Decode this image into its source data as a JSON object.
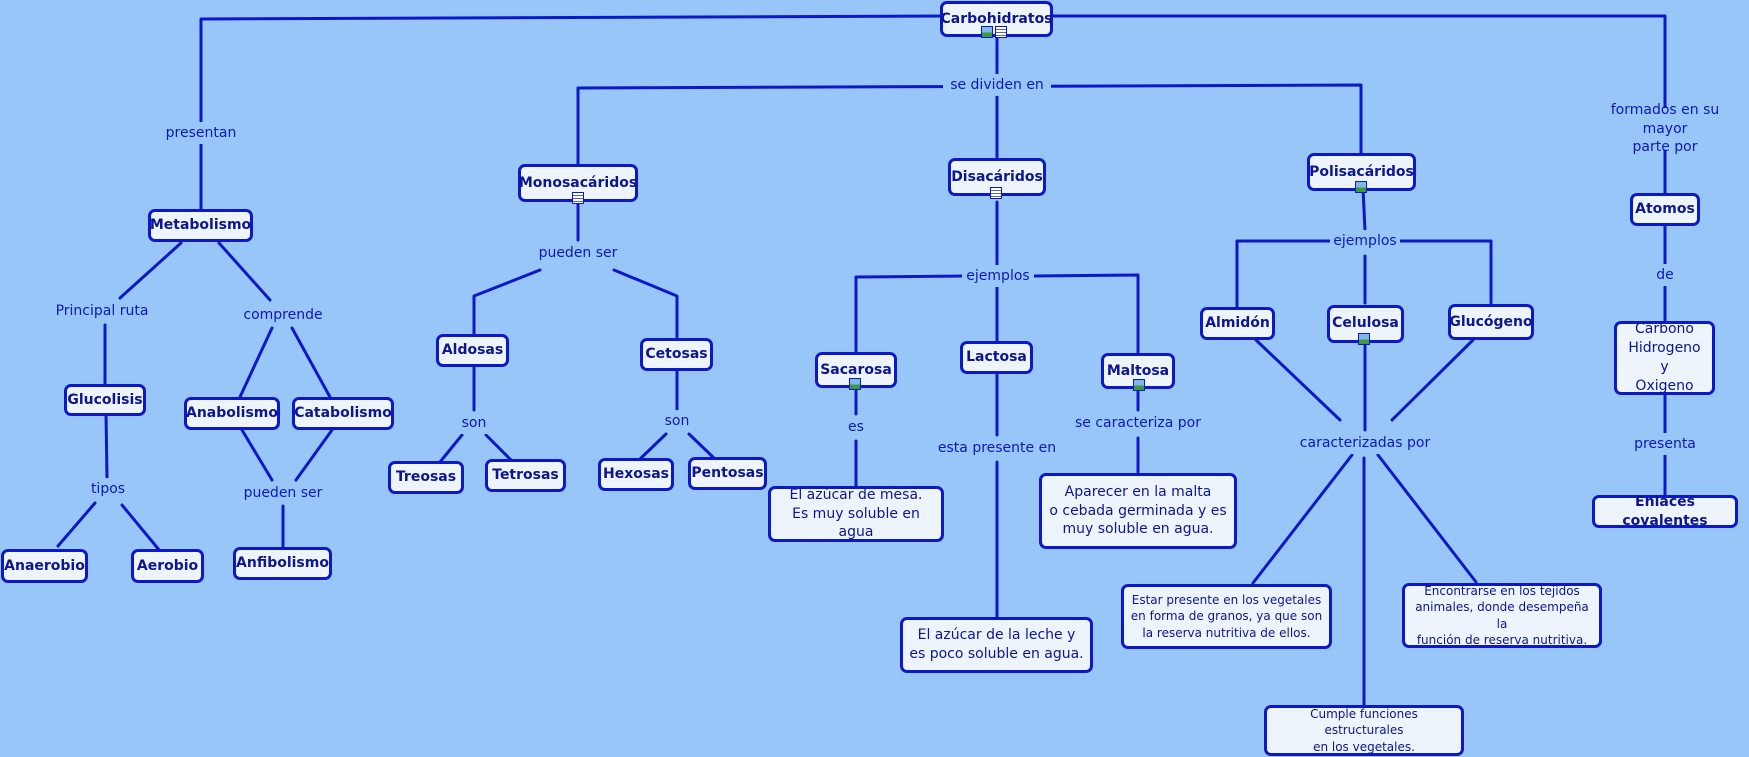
{
  "colors": {
    "background": "#99c6f9",
    "line": "#0d19c8",
    "node_fill": "#eef4fb",
    "text": "#0d1690"
  },
  "nodes": {
    "carbohidratos": "Carbohidratos",
    "metabolismo": "Metabolismo",
    "glucolisis": "Glucolisis",
    "anaerobio": "Anaerobio",
    "aerobio": "Aerobio",
    "anabolismo": "Anabolismo",
    "catabolismo": "Catabolismo",
    "anfibolismo": "Anfibolismo",
    "monosacaridos": "Monosacáridos",
    "aldosas": "Aldosas",
    "cetosas": "Cetosas",
    "treosas": "Treosas",
    "tetrosas": "Tetrosas",
    "hexosas": "Hexosas",
    "pentosas": "Pentosas",
    "disacaridos": "Disacáridos",
    "sacarosa": "Sacarosa",
    "lactosa": "Lactosa",
    "maltosa": "Maltosa",
    "azucar_mesa": "El azúcar de mesa.\nEs muy soluble en agua",
    "azucar_leche": "El azúcar de la leche y\nes poco soluble en agua.",
    "malta": "Aparecer en la malta\no cebada germinada y es\nmuy soluble en agua.",
    "polisacaridos": "Polisacáridos",
    "almidon": "Almidón",
    "celulosa": "Celulosa",
    "glucogeno": "Glucógeno",
    "vegetales_granos": "Estar presente en los vegetales\nen forma de granos, ya que son\nla reserva nutritiva de ellos.",
    "tejidos_animales": "Encontrarse en los tejidos\nanimales, donde desempeña la\nfunción de reserva nutritiva.",
    "funciones_estructurales": "Cumple funciones estructurales\nen los vegetales.",
    "atomos": "Atomos",
    "chno": "Carbono\nHidrogeno y\nOxigeno",
    "enlaces": "Enlaces covalentes"
  },
  "links": {
    "presentan": "presentan",
    "se_dividen_en": "se dividen en",
    "formados": "formados en su mayor\nparte por",
    "principal_ruta": "Principal ruta",
    "comprende": "comprende",
    "tipos": "tipos",
    "pueden_ser_meta": "pueden ser",
    "pueden_ser_mono": "pueden ser",
    "son_aldosas": "son",
    "son_cetosas": "son",
    "ejemplos_di": "ejemplos",
    "es": "es",
    "esta_presente_en": "esta presente en",
    "se_caracteriza_por": "se caracteriza por",
    "ejemplos_poli": "ejemplos",
    "caracterizadas_por": "caracterizadas por",
    "de": "de",
    "presenta": "presenta"
  },
  "icons": {
    "carbohidratos": [
      "image-icon",
      "document-icon"
    ],
    "monosacaridos": [
      "document-icon"
    ],
    "disacaridos": [
      "document-icon"
    ],
    "polisacaridos": [
      "image-icon"
    ],
    "sacarosa": [
      "image-icon"
    ],
    "celulosa": [
      "image-icon"
    ],
    "maltosa": [
      "image-icon"
    ]
  }
}
